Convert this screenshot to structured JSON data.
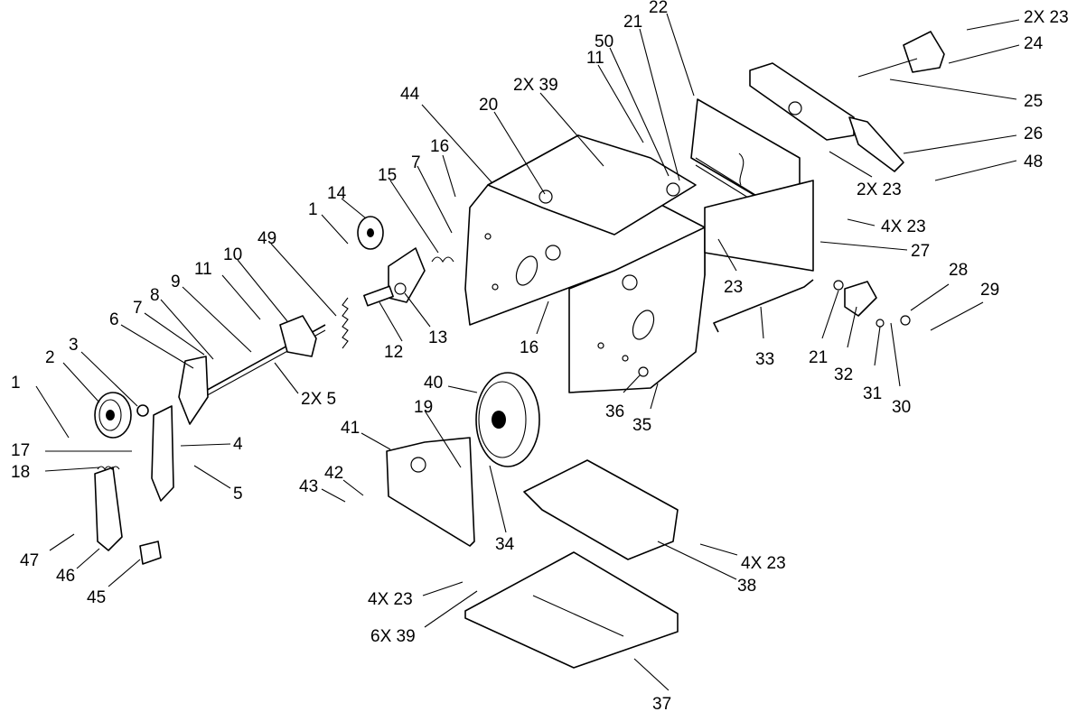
{
  "diagram": {
    "callouts": [
      {
        "id": "c1a",
        "label": "1"
      },
      {
        "id": "c2",
        "label": "2"
      },
      {
        "id": "c3",
        "label": "3"
      },
      {
        "id": "c4",
        "label": "4"
      },
      {
        "id": "c5",
        "label": "5"
      },
      {
        "id": "c6",
        "label": "6"
      },
      {
        "id": "c7a",
        "label": "7"
      },
      {
        "id": "c8",
        "label": "8"
      },
      {
        "id": "c9",
        "label": "9"
      },
      {
        "id": "c10",
        "label": "10"
      },
      {
        "id": "c11a",
        "label": "11"
      },
      {
        "id": "c2x5",
        "label": "2X 5"
      },
      {
        "id": "c49",
        "label": "49"
      },
      {
        "id": "c12",
        "label": "12"
      },
      {
        "id": "c13",
        "label": "13"
      },
      {
        "id": "c1b",
        "label": "1"
      },
      {
        "id": "c14",
        "label": "14"
      },
      {
        "id": "c15",
        "label": "15"
      },
      {
        "id": "c7b",
        "label": "7"
      },
      {
        "id": "c16a",
        "label": "16"
      },
      {
        "id": "c44",
        "label": "44"
      },
      {
        "id": "c20",
        "label": "20"
      },
      {
        "id": "c2x39",
        "label": "2X 39"
      },
      {
        "id": "c11b",
        "label": "11"
      },
      {
        "id": "c50",
        "label": "50"
      },
      {
        "id": "c21a",
        "label": "21"
      },
      {
        "id": "c22",
        "label": "22"
      },
      {
        "id": "c2x23a",
        "label": "2X 23"
      },
      {
        "id": "c24",
        "label": "24"
      },
      {
        "id": "c25",
        "label": "25"
      },
      {
        "id": "c26",
        "label": "26"
      },
      {
        "id": "c48",
        "label": "48"
      },
      {
        "id": "c2x23b",
        "label": "2X 23"
      },
      {
        "id": "c4x23a",
        "label": "4X 23"
      },
      {
        "id": "c27",
        "label": "27"
      },
      {
        "id": "c23",
        "label": "23"
      },
      {
        "id": "c16b",
        "label": "16"
      },
      {
        "id": "c28",
        "label": "28"
      },
      {
        "id": "c29",
        "label": "29"
      },
      {
        "id": "c33",
        "label": "33"
      },
      {
        "id": "c21b",
        "label": "21"
      },
      {
        "id": "c32",
        "label": "32"
      },
      {
        "id": "c31",
        "label": "31"
      },
      {
        "id": "c30",
        "label": "30"
      },
      {
        "id": "c36",
        "label": "36"
      },
      {
        "id": "c35",
        "label": "35"
      },
      {
        "id": "c40",
        "label": "40"
      },
      {
        "id": "c19",
        "label": "19"
      },
      {
        "id": "c41",
        "label": "41"
      },
      {
        "id": "c42",
        "label": "42"
      },
      {
        "id": "c43",
        "label": "43"
      },
      {
        "id": "c34",
        "label": "34"
      },
      {
        "id": "c17",
        "label": "17"
      },
      {
        "id": "c18",
        "label": "18"
      },
      {
        "id": "c47",
        "label": "47"
      },
      {
        "id": "c46",
        "label": "46"
      },
      {
        "id": "c45",
        "label": "45"
      },
      {
        "id": "c4x23b",
        "label": "4X 23"
      },
      {
        "id": "c38",
        "label": "38"
      },
      {
        "id": "c4x23c",
        "label": "4X 23"
      },
      {
        "id": "c6x39",
        "label": "6X 39"
      },
      {
        "id": "c37",
        "label": "37"
      }
    ]
  }
}
